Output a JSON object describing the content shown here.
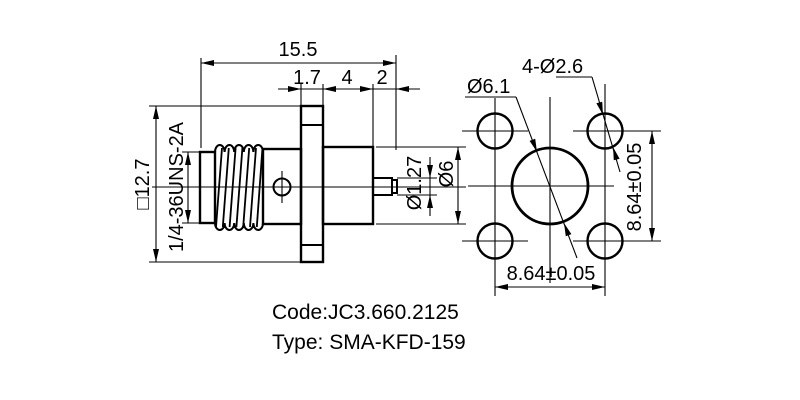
{
  "drawing": {
    "colors": {
      "line": "#000000",
      "background": "#ffffff"
    },
    "labels": {
      "total_length": "15.5",
      "flange_thickness": "1.7",
      "rear_body_length": "4",
      "pin_length": "2",
      "square_flange": "□12.7",
      "thread_spec": "1/4-36UNS-2A",
      "pin_diameter": "Ø1.27",
      "body_diameter": "Ø6",
      "center_hole_diameter": "Ø6.1",
      "mounting_holes": "4-Ø2.6",
      "hole_spacing_horizontal": "8.64±0.05",
      "hole_spacing_vertical": "8.64±0.05",
      "code_line": "Code:JC3.660.2125",
      "type_line": "Type: SMA-KFD-159"
    }
  }
}
